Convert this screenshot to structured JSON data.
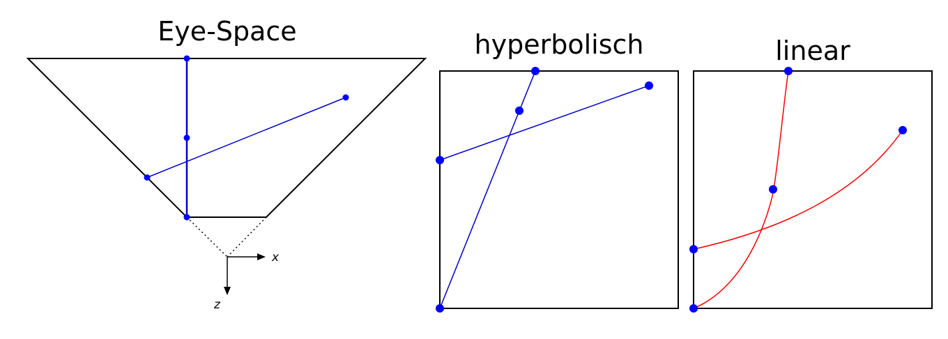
{
  "titles": {
    "eye_space": "Eye-Space",
    "hyperbolic": "hyperbolisch",
    "linear": "linear"
  },
  "axes": {
    "x_label": "x",
    "z_label": "z"
  },
  "colors": {
    "outline": "#000000",
    "line_blue": "#0000cc",
    "point_blue": "#0000ff",
    "curve_red": "#ff0000"
  }
}
